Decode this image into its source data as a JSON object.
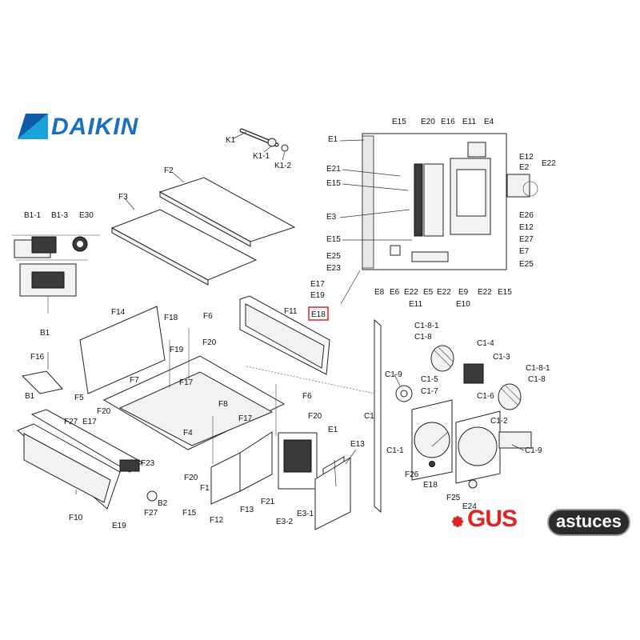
{
  "brand": {
    "name": "DAIKIN",
    "color": "#1a6fbf"
  },
  "watermark": {
    "part1": "GUS",
    "part2": "astuces",
    "accent": "#e02424"
  },
  "highlight": {
    "label": "E18",
    "color": "#e02424"
  },
  "callouts": {
    "K1": "K1",
    "K1_1": "K1-1",
    "K1_2": "K1-2",
    "F2": "F2",
    "F3": "F3",
    "B1_1": "B1-1",
    "B1_3": "B1-3",
    "E30": "E30",
    "B1_top": "B1",
    "E1_top": "E1",
    "E15_a": "E15",
    "E20": "E20",
    "E16": "E16",
    "E11_top": "E11",
    "E4": "E4",
    "E12_a": "E12",
    "E2": "E2",
    "E22_a": "E22",
    "E21": "E21",
    "E15_b": "E15",
    "E3": "E3",
    "E26": "E26",
    "E12_b": "E12",
    "E27": "E27",
    "E7": "E7",
    "E25_r": "E25",
    "E15_c": "E15",
    "E25_l": "E25",
    "E23": "E23",
    "E17_a": "E17",
    "E19_a": "E19",
    "E18": "E18",
    "E8": "E8",
    "E6": "E6",
    "E22_b": "E22",
    "E5": "E5",
    "E22_c": "E22",
    "E9": "E9",
    "E22_d": "E22",
    "E15_d": "E15",
    "E11_b": "E11",
    "E10": "E10",
    "F14": "F14",
    "F18": "F18",
    "F6_a": "F6",
    "F11": "F11",
    "F19": "F19",
    "F20_a": "F20",
    "F16": "F16",
    "F17_a": "F17",
    "F7": "F7",
    "F5": "F5",
    "F20_b": "F20",
    "F8": "F8",
    "F6_b": "F6",
    "F17_b": "F17",
    "F20_c": "F20",
    "F4": "F4",
    "B1_bot": "B1",
    "F27_a": "F27",
    "E17_b": "E17",
    "F23": "F23",
    "F20_d": "F20",
    "F1": "F1",
    "F12": "F12",
    "F13": "F13",
    "F21": "F21",
    "E1_bot": "E1",
    "E13": "E13",
    "E3_2": "E3-2",
    "E3_1": "E3-1",
    "F10": "F10",
    "E19_b": "E19",
    "F27_b": "F27",
    "B2": "B2",
    "F15": "F15",
    "C1_8_1_a": "C1-8-1",
    "C1_8_a": "C1-8",
    "C1_4": "C1-4",
    "C1_3": "C1-3",
    "C1_8_1_b": "C1-8-1",
    "C1_8_b": "C1-8",
    "C1_9_a": "C1-9",
    "C1_5": "C1-5",
    "C1_7": "C1-7",
    "C1_6": "C1-6",
    "C1_2": "C1-2",
    "C1": "C1",
    "C1_1": "C1-1",
    "C1_9_b": "C1-9",
    "F26": "F26",
    "E18_b": "E18",
    "F25": "F25",
    "E24": "E24"
  }
}
